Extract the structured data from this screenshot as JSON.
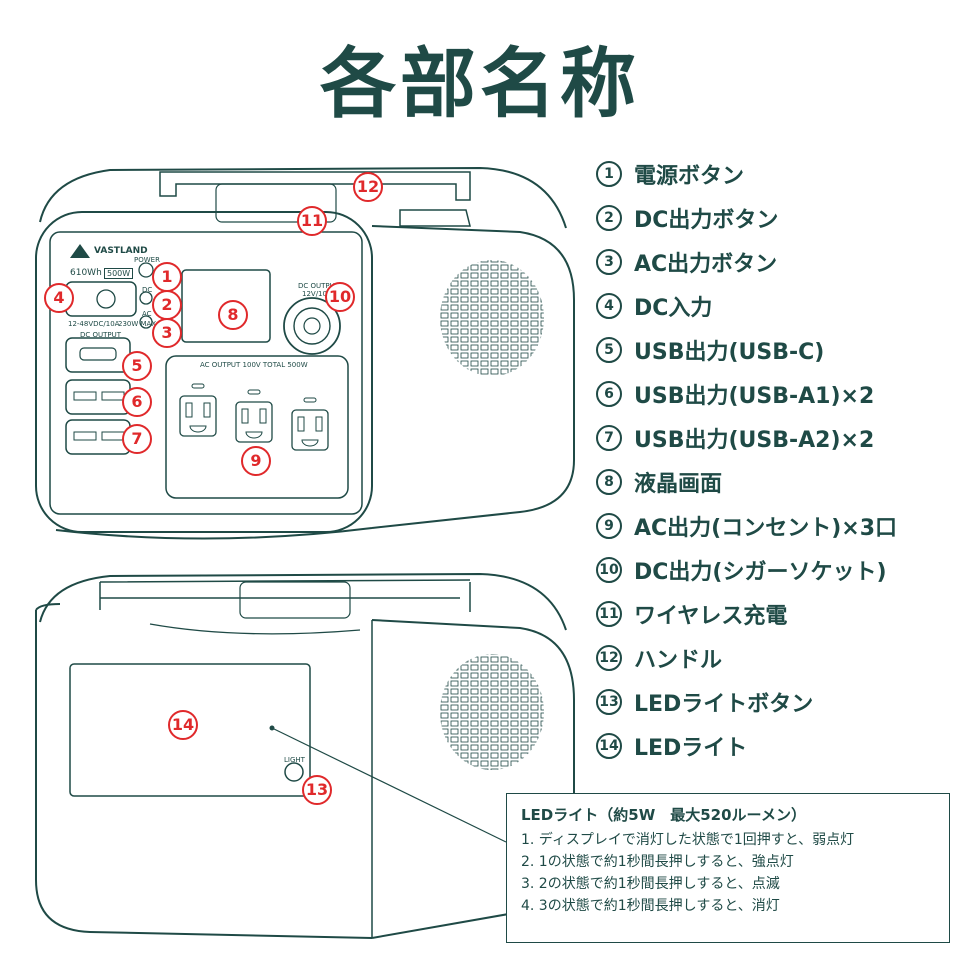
{
  "title": "各部名称",
  "parts": [
    {
      "num": "1",
      "label": "電源ボタン"
    },
    {
      "num": "2",
      "label": "DC出力ボタン"
    },
    {
      "num": "3",
      "label": "AC出力ボタン"
    },
    {
      "num": "4",
      "label": "DC入力"
    },
    {
      "num": "5",
      "label": "USB出力(USB-C)"
    },
    {
      "num": "6",
      "label": "USB出力(USB-A1)×2"
    },
    {
      "num": "7",
      "label": "USB出力(USB-A2)×2"
    },
    {
      "num": "8",
      "label": "液晶画面"
    },
    {
      "num": "9",
      "label": "AC出力(コンセント)×3口"
    },
    {
      "num": "10",
      "label": "DC出力(シガーソケット)"
    },
    {
      "num": "11",
      "label": "ワイヤレス充電"
    },
    {
      "num": "12",
      "label": "ハンドル"
    },
    {
      "num": "13",
      "label": "LEDライトボタン"
    },
    {
      "num": "14",
      "label": "LEDライト"
    }
  ],
  "device_labels": {
    "brand": "VASTLAND",
    "capacity": "610Wh",
    "rated": "500W",
    "power": "POWER",
    "dc": "DC",
    "ac": "AC",
    "dc_input": "12-48VDC/10A",
    "ac_max": "230W MAX",
    "dc_output_panel": "DC OUTPUT",
    "dc_output_socket": "DC OUTPUT",
    "dc_output_rating": "12V/10A",
    "ac_output": "AC OUTPUT 100V TOTAL 500W",
    "light": "LIGHT"
  },
  "led_info": {
    "heading": "LEDライト（約5W　最大520ルーメン）",
    "lines": [
      "1. ディスプレイで消灯した状態で1回押すと、弱点灯",
      "2. 1の状態で約1秒間長押しすると、強点灯",
      "3. 2の状態で約1秒間長押しすると、点滅",
      "4. 3の状態で約1秒間長押しすると、消灯"
    ]
  },
  "colors": {
    "primary": "#1f4a46",
    "accent": "#e0292b",
    "background": "#ffffff"
  }
}
